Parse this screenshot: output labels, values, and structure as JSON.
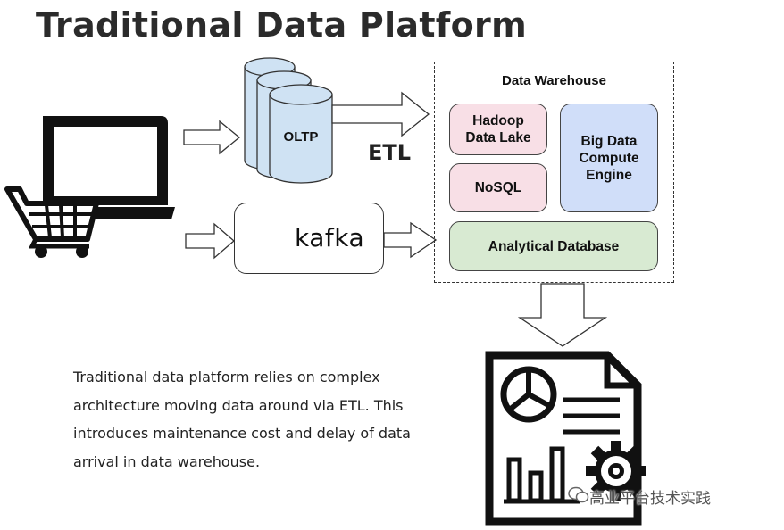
{
  "title": "Traditional Data Platform",
  "warehouse": {
    "label": "Data Warehouse",
    "hadoop_line1": "Hadoop",
    "hadoop_line2": "Data Lake",
    "nosql": "NoSQL",
    "bigdata_line1": "Big Data",
    "bigdata_line2": "Compute",
    "bigdata_line3": "Engine",
    "analytical": "Analytical Database"
  },
  "oltp_label": "OLTP",
  "etl_label": "ETL",
  "kafka_label": "kafka",
  "description": [
    "Traditional data platform relies on complex",
    "architecture moving data around via ETL. This",
    "introduces maintenance cost and delay of data",
    "arrival in data warehouse."
  ],
  "watermark": "高业平台技术实践",
  "colors": {
    "pink": "#f8dfe6",
    "blue": "#d0def9",
    "green": "#d8ead2"
  }
}
